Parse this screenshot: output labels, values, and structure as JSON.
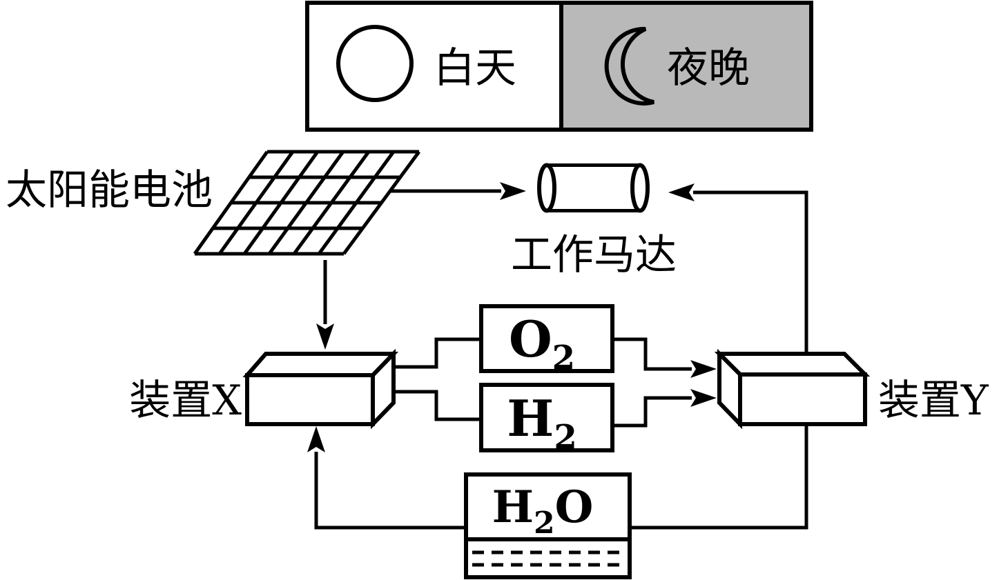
{
  "legend": {
    "day": {
      "icon": "sun-circle-icon",
      "label": "白天"
    },
    "night": {
      "icon": "crescent-moon-icon",
      "label": "夜晚"
    }
  },
  "components": {
    "solar_panel": {
      "icon": "solar-panel-grid-icon",
      "label": "太阳能电池"
    },
    "motor": {
      "icon": "cylinder-motor-icon",
      "label": "工作马达"
    },
    "device_x": {
      "label": "装置X"
    },
    "device_y": {
      "label": "装置Y"
    },
    "water_tank": {
      "icon": "water-tank-icon"
    }
  },
  "formulas": {
    "o2": {
      "base": "O",
      "sub": "2"
    },
    "h2": {
      "base": "H",
      "sub": "2"
    },
    "h2o": {
      "h": "H",
      "hsub": "2",
      "o": "O"
    }
  },
  "colors": {
    "stroke": "#000000",
    "background": "#ffffff",
    "night_cell_fill": "#b9b9b9"
  }
}
